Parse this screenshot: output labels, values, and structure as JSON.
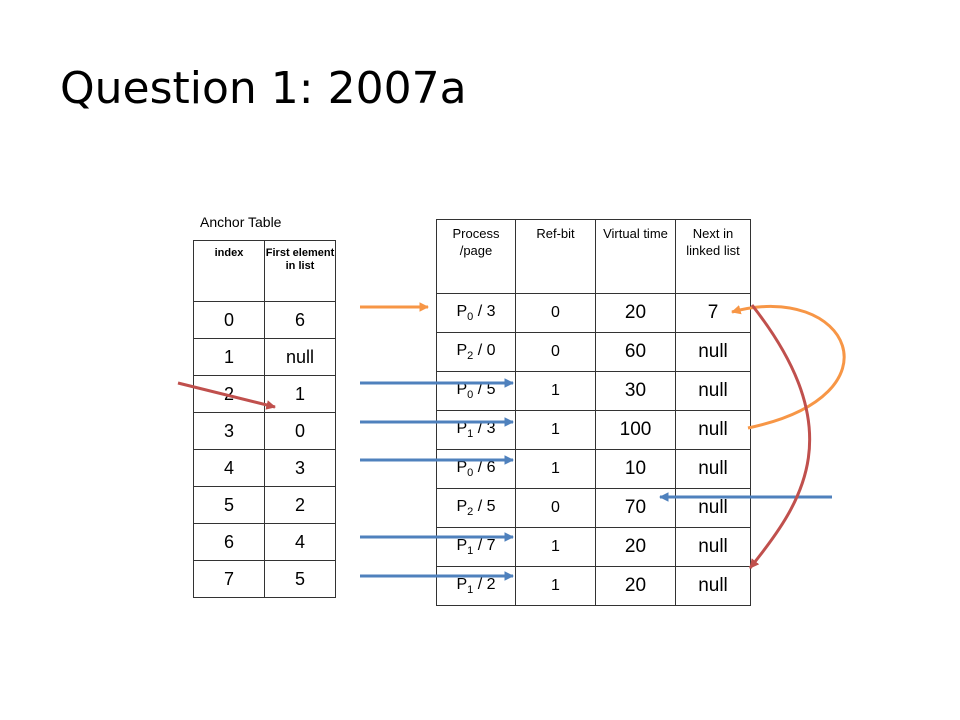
{
  "slide": {
    "title": "Question 1: 2007a"
  },
  "anchor_table": {
    "caption": "Anchor Table",
    "headers": [
      "index",
      "First element in list"
    ],
    "rows": [
      [
        "0",
        "6"
      ],
      [
        "1",
        "null"
      ],
      [
        "2",
        "1"
      ],
      [
        "3",
        "0"
      ],
      [
        "4",
        "3"
      ],
      [
        "5",
        "2"
      ],
      [
        "6",
        "4"
      ],
      [
        "7",
        "5"
      ]
    ]
  },
  "frame_table": {
    "headers": [
      "Process /page",
      "Ref-bit",
      "Virtual time",
      "Next in linked list"
    ],
    "rows": [
      {
        "process": "P",
        "sub": "0",
        "page": " / 3",
        "ref_bit": "0",
        "virtual_time": "20",
        "next": "7"
      },
      {
        "process": "P",
        "sub": "2",
        "page": " / 0",
        "ref_bit": "0",
        "virtual_time": "60",
        "next": "null"
      },
      {
        "process": "P",
        "sub": "0",
        "page": " / 5",
        "ref_bit": "1",
        "virtual_time": "30",
        "next": "null"
      },
      {
        "process": "P",
        "sub": "1",
        "page": " / 3",
        "ref_bit": "1",
        "virtual_time": "100",
        "next": "null"
      },
      {
        "process": "P",
        "sub": "0",
        "page": " / 6",
        "ref_bit": "1",
        "virtual_time": "10",
        "next": "null"
      },
      {
        "process": "P",
        "sub": "2",
        "page": " / 5",
        "ref_bit": "0",
        "virtual_time": "70",
        "next": "null"
      },
      {
        "process": "P",
        "sub": "1",
        "page": " / 7",
        "ref_bit": "1",
        "virtual_time": "20",
        "next": "null"
      },
      {
        "process": "P",
        "sub": "1",
        "page": " / 2",
        "ref_bit": "1",
        "virtual_time": "20",
        "next": "null"
      }
    ]
  },
  "colors": {
    "blue_arrow": "#4f81bd",
    "orange_arrow": "#f79646",
    "red_arrow": "#c0504d",
    "border": "#333333"
  }
}
